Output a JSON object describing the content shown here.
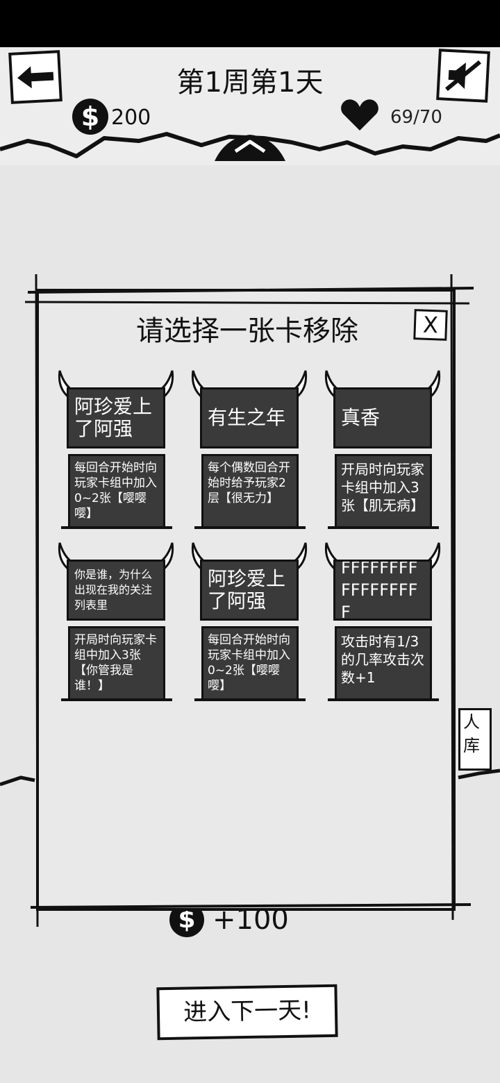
{
  "header": {
    "title": "第1周第1天",
    "coins": "200",
    "hp": "69/70"
  },
  "background": {
    "side_button_label": "人\n库",
    "under_dialog_text": "+100"
  },
  "dialog": {
    "title": "请选择一张卡移除",
    "close_label": "X",
    "cards": [
      {
        "name": "阿珍爱上了阿强",
        "desc": "每回合开始时向玩家卡组中加入0~2张【嘤嘤嘤】"
      },
      {
        "name": "有生之年",
        "desc": "每个偶数回合开始时给予玩家2层【很无力】"
      },
      {
        "name": "真香",
        "desc": "开局时向玩家卡组中加入3张【肌无病】"
      },
      {
        "name": "你是谁，为什么出现在我的关注列表里",
        "desc": "开局时向玩家卡组中加入3张【你管我是谁！】"
      },
      {
        "name": "阿珍爱上了阿强",
        "desc": "每回合开始时向玩家卡组中加入0~2张【嘤嘤嘤】"
      },
      {
        "name": "FFFFFFFFFFFFFFFFF",
        "desc": "攻击时有1/3的几率攻击次数+1"
      }
    ]
  },
  "footer": {
    "next_day_label": "进入下一天!"
  },
  "colors": {
    "card_fill": "#3a3a3a",
    "ink": "#111111",
    "paper": "#e6e6e6"
  }
}
